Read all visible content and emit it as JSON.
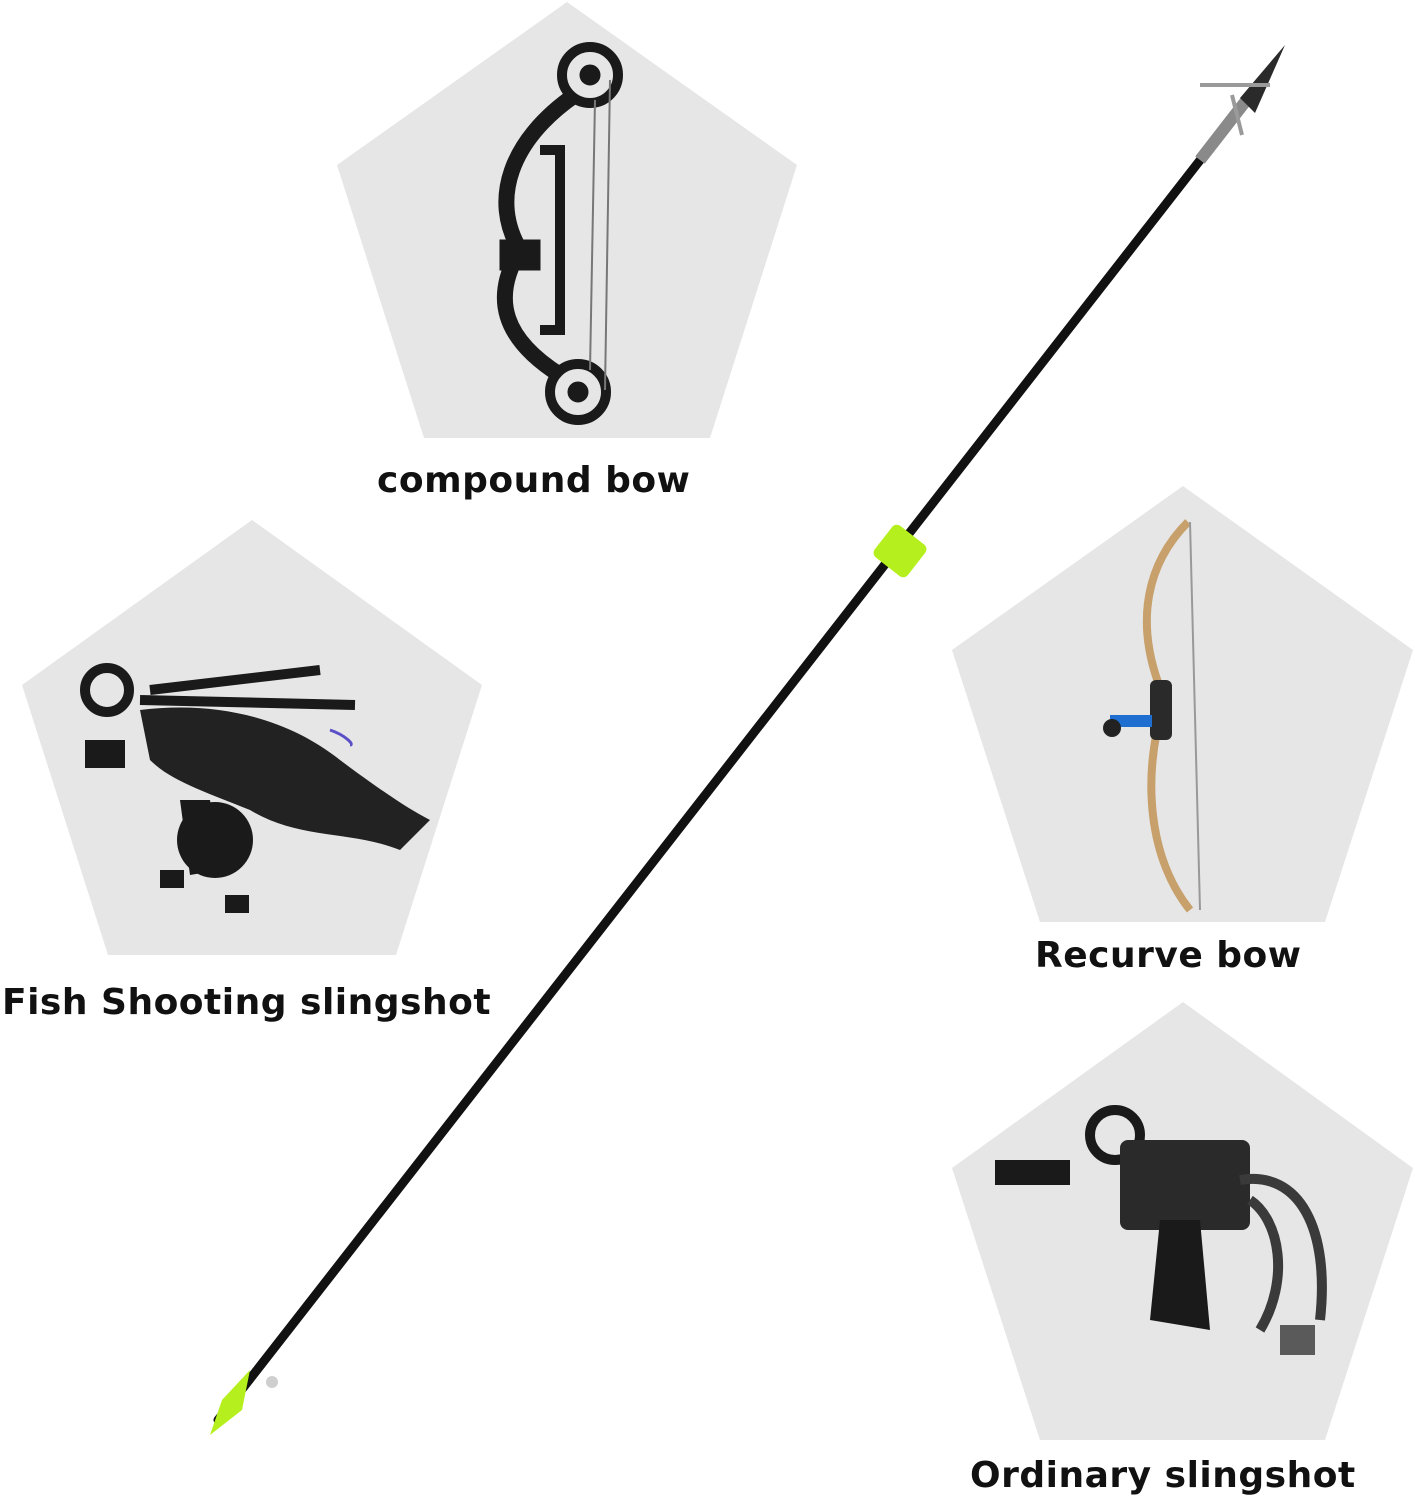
{
  "colors": {
    "background": "#ffffff",
    "pentagon": "#e6e6e6",
    "shaft": "#111111",
    "accent_green": "#b5f01e",
    "tip_metal": "#8a8a8a",
    "label": "#111111"
  },
  "labels": {
    "compound_bow": "compound bow",
    "recurve_bow": "Recurve bow",
    "fish_slingshot": "Fish Shooting slingshot",
    "ordinary_slingshot": "Ordinary slingshot"
  },
  "icons": {
    "compound_bow": "compound-bow-icon",
    "recurve_bow": "recurve-bow-icon",
    "fish_slingshot": "fish-slingshot-icon",
    "ordinary_slingshot": "ordinary-slingshot-icon",
    "arrow": "fishing-arrow-icon"
  }
}
